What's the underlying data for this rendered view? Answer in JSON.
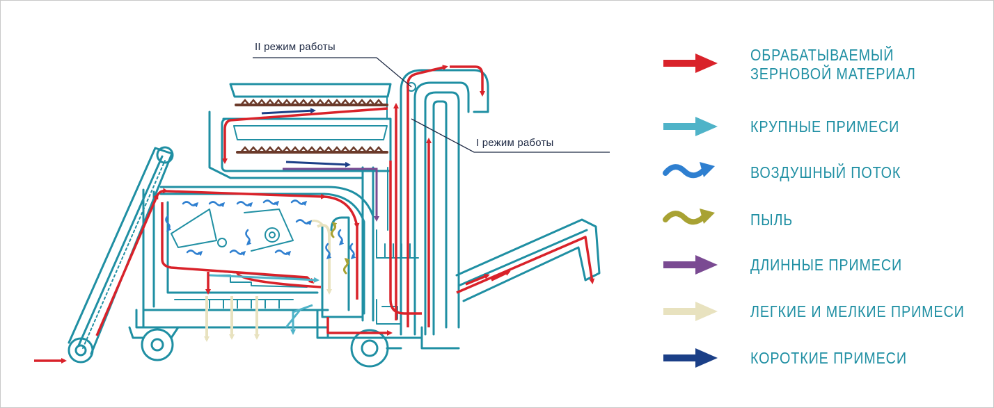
{
  "callouts": {
    "mode2": "II режим работы",
    "mode1": "I режим работы"
  },
  "legend": [
    {
      "icon": "arrow-icon",
      "color": "#d9222a",
      "lines": [
        "ОБРАБАТЫВАЕМЫЙ",
        "ЗЕРНОВОЙ  МАТЕРИАЛ"
      ]
    },
    {
      "icon": "arrow-icon",
      "color": "#4fb3c8",
      "lines": [
        "КРУПНЫЕ ПРИМЕСИ"
      ]
    },
    {
      "icon": "wave-arrow-icon",
      "color": "#2e7fd0",
      "lines": [
        "ВОЗДУШНЫЙ ПОТОК"
      ]
    },
    {
      "icon": "wave-arrow-icon",
      "color": "#a8a233",
      "lines": [
        "ПЫЛЬ"
      ]
    },
    {
      "icon": "arrow-icon",
      "color": "#7a4a92",
      "lines": [
        "ДЛИННЫЕ ПРИМЕСИ"
      ]
    },
    {
      "icon": "arrow-icon",
      "color": "#e8e2bf",
      "lines": [
        "ЛЕГКИЕ И МЕЛКИЕ ПРИМЕСИ"
      ]
    },
    {
      "icon": "arrow-icon",
      "color": "#1b3f87",
      "lines": [
        "КОРОТКИЕ ПРИМЕСИ"
      ]
    }
  ],
  "colors": {
    "frame": "#1f8fa3",
    "grain": "#d9222a",
    "coarse": "#4fb3c8",
    "air": "#2e7fd0",
    "dust": "#a8a233",
    "long": "#7a4a92",
    "light": "#e8e2bf",
    "short": "#1b3f87",
    "auger": "#6b3a2a",
    "leader": "#1f2a44",
    "legend_text": "#1f8fa3"
  }
}
